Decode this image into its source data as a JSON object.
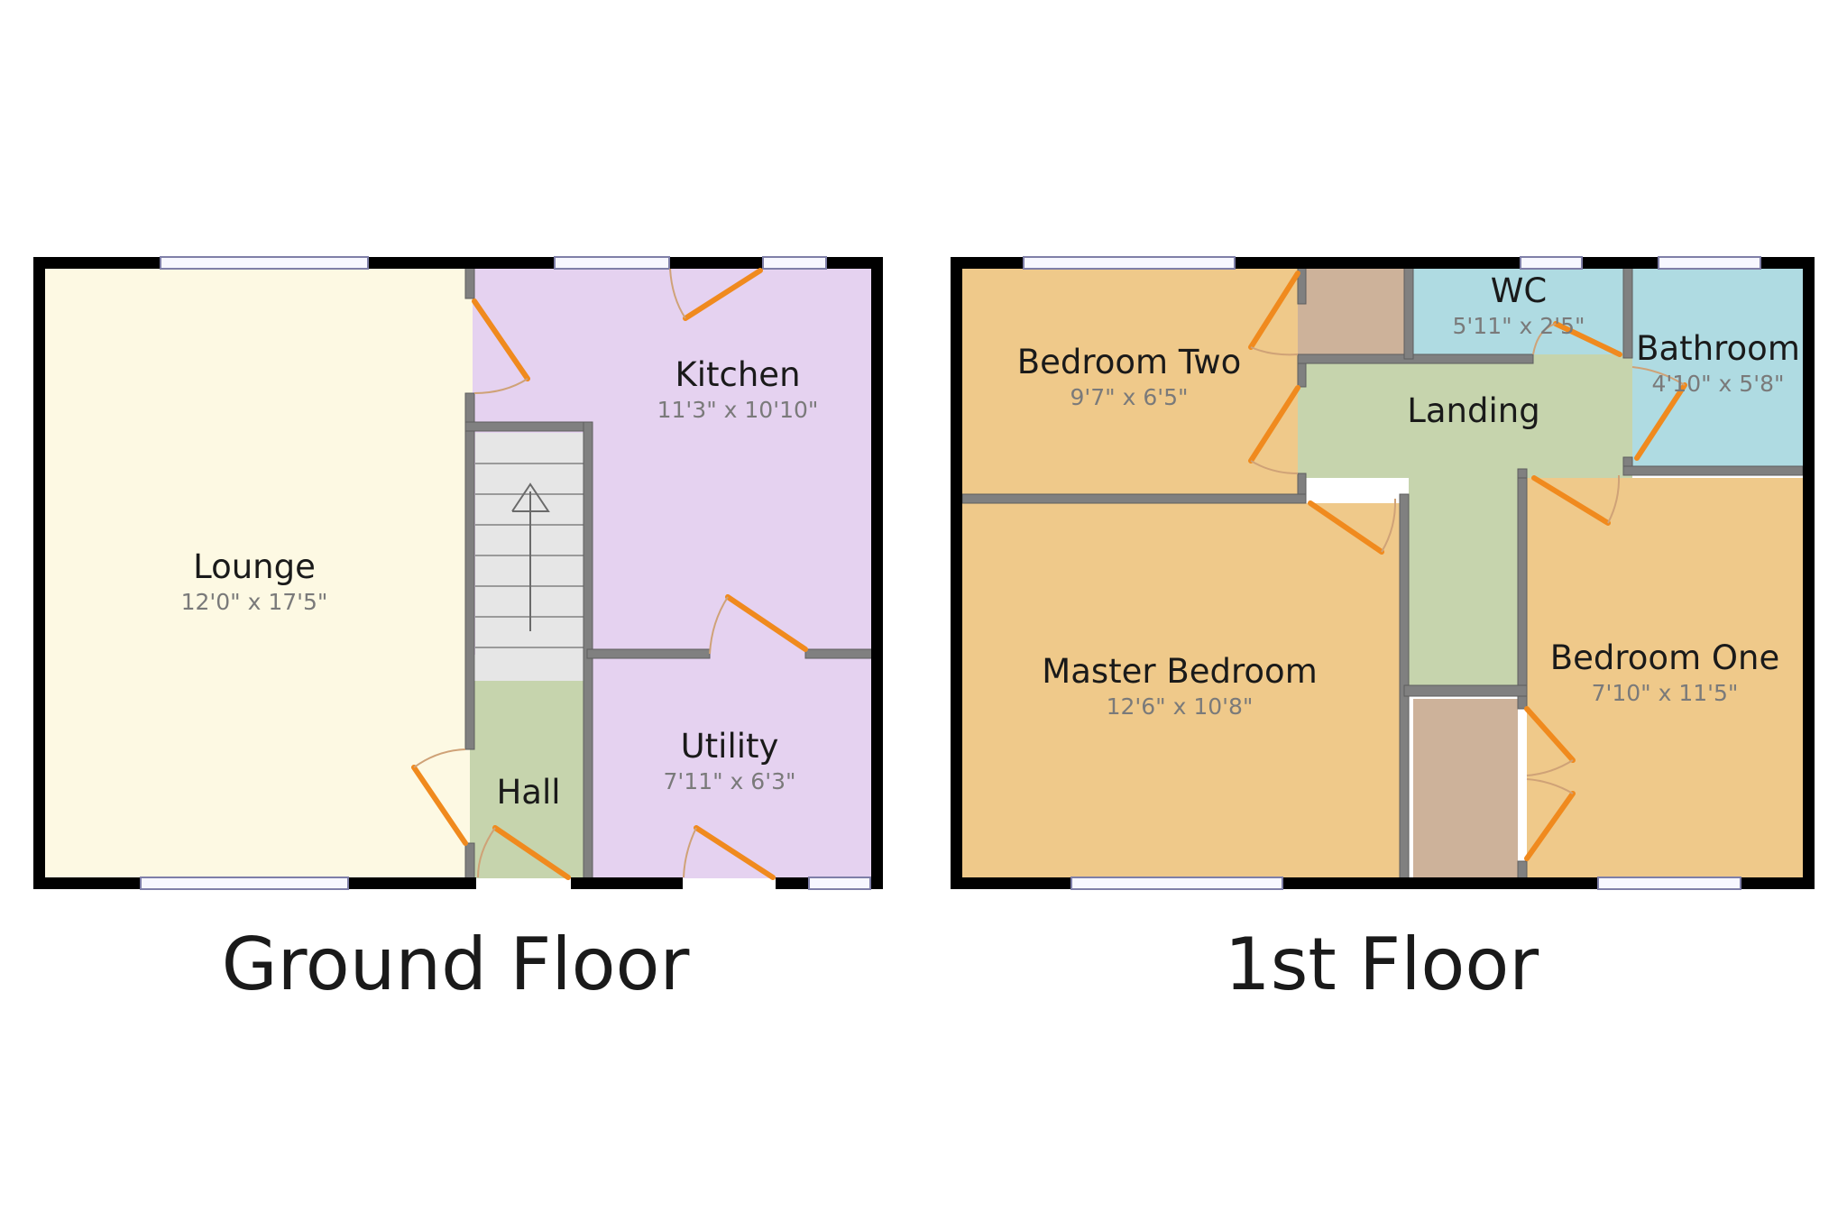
{
  "ground_floor": {
    "title": "Ground Floor",
    "rooms": {
      "lounge": {
        "name": "Lounge",
        "dims": "12'0\" x 17'5\""
      },
      "kitchen": {
        "name": "Kitchen",
        "dims": "11'3\" x 10'10\""
      },
      "utility": {
        "name": "Utility",
        "dims": "7'11\" x 6'3\""
      },
      "hall": {
        "name": "Hall"
      }
    }
  },
  "first_floor": {
    "title": "1st Floor",
    "rooms": {
      "bedroom_two": {
        "name": "Bedroom Two",
        "dims": "9'7\" x 6'5\""
      },
      "wc": {
        "name": "WC",
        "dims": "5'11\" x 2'5\""
      },
      "bathroom": {
        "name": "Bathroom",
        "dims": "4'10\" x 5'8\""
      },
      "landing": {
        "name": "Landing"
      },
      "master_bedroom": {
        "name": "Master Bedroom",
        "dims": "12'6\" x 10'8\""
      },
      "bedroom_one": {
        "name": "Bedroom One",
        "dims": "7'10\" x 11'5\""
      }
    }
  },
  "colors": {
    "lounge": "#fdf9e3",
    "kitchen_utility": "#e5d2f0",
    "hall_landing": "#c6d4ad",
    "stairs": "#e6e6e6",
    "bedroom": "#efc98a",
    "wet_room": "#afdbe2",
    "cupboard": "#cdb29a",
    "door": "#f08a1e"
  }
}
